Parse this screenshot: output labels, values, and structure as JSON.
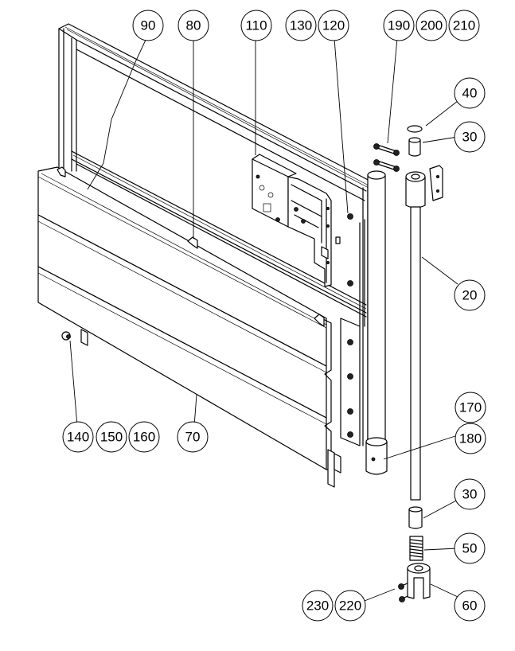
{
  "drawing": {
    "type": "exploded-assembly-drawing",
    "subject": "gate panel with hinge post assembly"
  },
  "balloons": [
    {
      "id": "b90",
      "label": "90"
    },
    {
      "id": "b80",
      "label": "80"
    },
    {
      "id": "b110",
      "label": "110"
    },
    {
      "id": "b130",
      "label": "130"
    },
    {
      "id": "b120",
      "label": "120"
    },
    {
      "id": "b190",
      "label": "190"
    },
    {
      "id": "b200",
      "label": "200"
    },
    {
      "id": "b210",
      "label": "210"
    },
    {
      "id": "b40",
      "label": "40"
    },
    {
      "id": "b30a",
      "label": "30"
    },
    {
      "id": "b20",
      "label": "20"
    },
    {
      "id": "b170",
      "label": "170"
    },
    {
      "id": "b180",
      "label": "180"
    },
    {
      "id": "b140",
      "label": "140"
    },
    {
      "id": "b150",
      "label": "150"
    },
    {
      "id": "b160",
      "label": "160"
    },
    {
      "id": "b70",
      "label": "70"
    },
    {
      "id": "b30b",
      "label": "30"
    },
    {
      "id": "b50",
      "label": "50"
    },
    {
      "id": "b230",
      "label": "230"
    },
    {
      "id": "b220",
      "label": "220"
    },
    {
      "id": "b60",
      "label": "60"
    }
  ]
}
